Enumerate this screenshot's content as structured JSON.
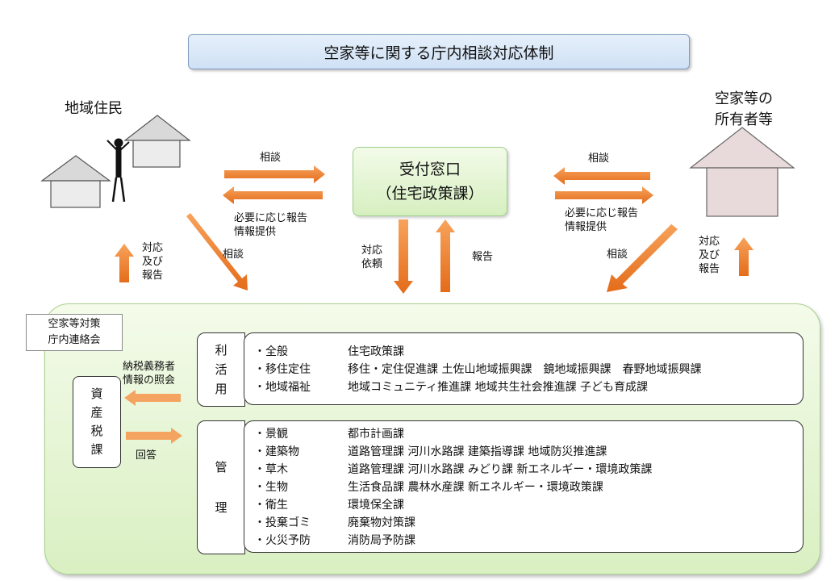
{
  "title": "空家等に関する庁内相談対応体制",
  "residents": {
    "label": "地域住民"
  },
  "owners": {
    "label_line1": "空家等の",
    "label_line2": "所有者等"
  },
  "reception": {
    "line1": "受付窓口",
    "line2": "（住宅政策課）"
  },
  "flows": {
    "left_consult": "相談",
    "left_report_line1": "必要に応じ報告",
    "left_report_line2": "情報提供",
    "right_consult": "相談",
    "right_report_line1": "必要に応じ報告",
    "right_report_line2": "情報提供",
    "left_diag_consult": "相談",
    "right_diag_consult": "相談",
    "center_request_line1": "対応",
    "center_request_line2": "依頼",
    "center_report": "報告",
    "left_reply_line1": "対応",
    "left_reply_line2": "及び",
    "left_reply_line3": "報告",
    "right_reply_line1": "対応",
    "right_reply_line2": "及び",
    "right_reply_line3": "報告"
  },
  "council": {
    "line1": "空家等対策",
    "line2": "庁内連絡会"
  },
  "tax": {
    "chars": [
      "資",
      "産",
      "税",
      "課"
    ],
    "inquiry_line1": "納税義務者",
    "inquiry_line2": "情報の照会",
    "answer": "回答"
  },
  "utilization": {
    "chars": [
      "利",
      "活",
      "用"
    ],
    "rows": [
      {
        "item": "・全般",
        "depts": "住宅政策課"
      },
      {
        "item": "・移住定住",
        "depts": "移住・定住促進課 土佐山地域振興課　鏡地域振興課　春野地域振興課"
      },
      {
        "item": "・地域福祉",
        "depts": "地域コミュニティ推進課 地域共生社会推進課 子ども育成課"
      }
    ]
  },
  "management": {
    "chars": [
      "管",
      "理"
    ],
    "rows": [
      {
        "item": "・景観",
        "depts": "都市計画課"
      },
      {
        "item": "・建築物",
        "depts": "道路管理課 河川水路課 建築指導課 地域防災推進課"
      },
      {
        "item": "・草木",
        "depts": "道路管理課 河川水路課 みどり課 新エネルギー・環境政策課"
      },
      {
        "item": "・生物",
        "depts": "生活食品課 農林水産課 新エネルギー・環境政策課"
      },
      {
        "item": "・衛生",
        "depts": "環境保全課"
      },
      {
        "item": "・投棄ゴミ",
        "depts": "廃棄物対策課"
      },
      {
        "item": "・火災予防",
        "depts": "消防局予防課"
      }
    ]
  },
  "colors": {
    "arrow": "#ed7d31",
    "panel_fill": "#d9f0c2",
    "reception_fill": "#e2f4d2",
    "title_fill": "#dce9f7",
    "house_fill": "#ececec",
    "owner_house_fill": "#e8dada"
  }
}
